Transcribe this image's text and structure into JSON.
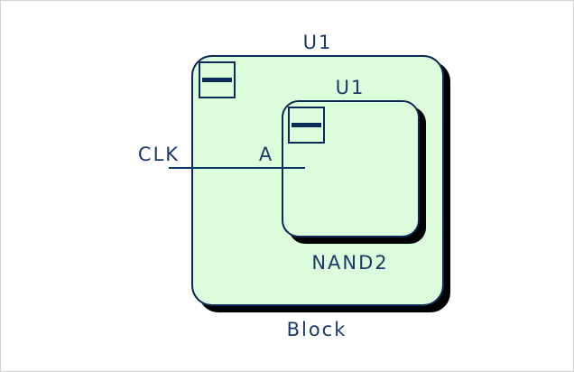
{
  "diagram": {
    "outer_block": {
      "instance_label": "U1",
      "type_label": "Block",
      "collapse_icon": "collapse-minus-icon"
    },
    "inner_block": {
      "instance_label": "U1",
      "type_label": "NAND2",
      "collapse_icon": "collapse-minus-icon"
    },
    "ports": {
      "external_port": "CLK",
      "internal_pin": "A"
    },
    "colors": {
      "block_fill": "#ddfcdc",
      "outline": "#0a2a55",
      "shadow": "#000000",
      "text": "#1a3a6a",
      "frame_border": "#d4d4d4"
    }
  }
}
